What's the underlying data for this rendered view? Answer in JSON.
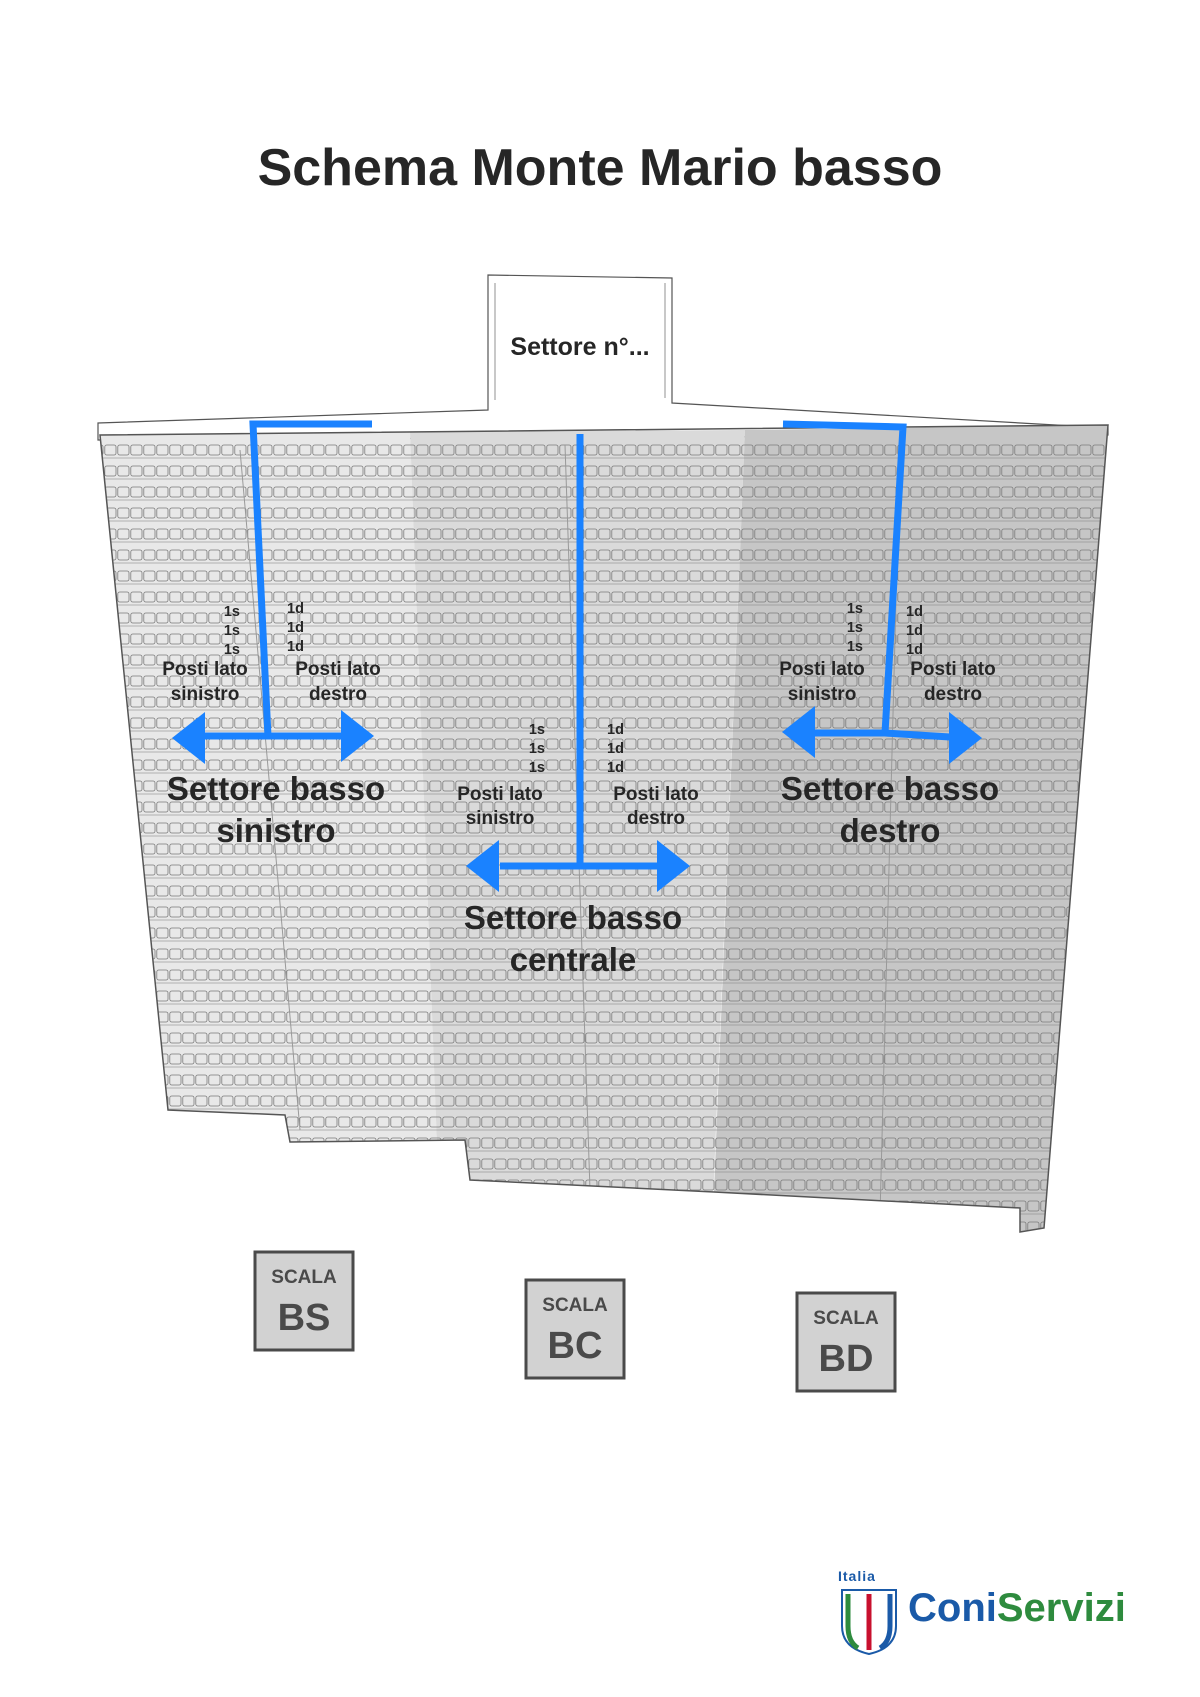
{
  "title": "Schema Monte Mario basso",
  "top_sector_label": "Settore n°...",
  "colors": {
    "arrow_blue": "#1a82ff",
    "sector_left": "#e6e6e6",
    "sector_center": "#d9d9d9",
    "sector_right": "#c4c4c4",
    "scala_fill": "#d2d2d2"
  },
  "sectors": {
    "left": {
      "name_line1": "Settore basso",
      "name_line2": "sinistro",
      "seats_left": [
        "1s",
        "1s",
        "1s"
      ],
      "seats_right": [
        "1d",
        "1d",
        "1d"
      ],
      "posti_left_line1": "Posti lato",
      "posti_left_line2": "sinistro",
      "posti_right_line1": "Posti lato",
      "posti_right_line2": "destro"
    },
    "center": {
      "name_line1": "Settore basso",
      "name_line2": "centrale",
      "seats_left": [
        "1s",
        "1s",
        "1s"
      ],
      "seats_right": [
        "1d",
        "1d",
        "1d"
      ],
      "posti_left_line1": "Posti lato",
      "posti_left_line2": "sinistro",
      "posti_right_line1": "Posti lato",
      "posti_right_line2": "destro"
    },
    "right": {
      "name_line1": "Settore basso",
      "name_line2": "destro",
      "seats_left": [
        "1s",
        "1s",
        "1s"
      ],
      "seats_right": [
        "1d",
        "1d",
        "1d"
      ],
      "posti_left_line1": "Posti lato",
      "posti_left_line2": "sinistro",
      "posti_right_line1": "Posti lato",
      "posti_right_line2": "destro"
    }
  },
  "scale": [
    {
      "small": "SCALA",
      "big": "BS"
    },
    {
      "small": "SCALA",
      "big": "BC"
    },
    {
      "small": "SCALA",
      "big": "BD"
    }
  ],
  "logo": {
    "italia": "Italia",
    "coni": "Coni",
    "servizi": "Servizi"
  }
}
